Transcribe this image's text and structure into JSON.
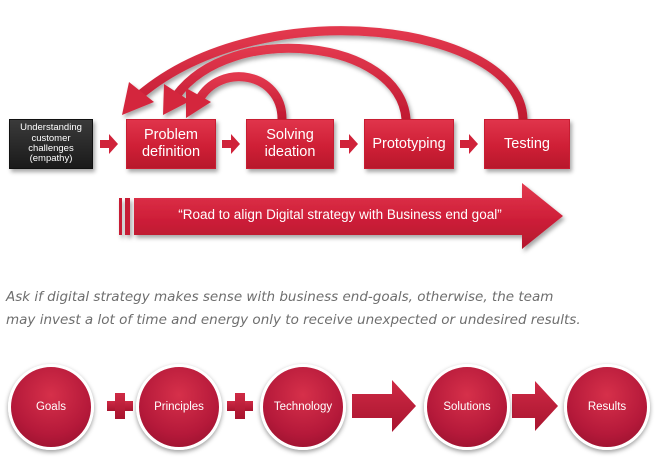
{
  "flow": {
    "start": [
      "Understanding",
      "customer",
      "challenges",
      "(empathy)"
    ],
    "steps": [
      [
        "Problem",
        "definition"
      ],
      [
        "Solving",
        "ideation"
      ],
      [
        "Prototyping"
      ],
      [
        "Testing"
      ]
    ],
    "road_label": "“Road to align Digital strategy with Business end goal”"
  },
  "caption": {
    "line1": "Ask if digital strategy makes sense with business end-goals, otherwise, the team",
    "line2": "may invest a lot of time and energy only to receive unexpected or undesired results."
  },
  "equation": {
    "inputs": [
      "Goals",
      "Principles",
      "Technology"
    ],
    "outputs": [
      "Solutions",
      "Results"
    ]
  },
  "colors": {
    "accent": "#d32a3f",
    "dark_box": "#1f1f1f",
    "circle": "#b5193a",
    "caption_text": "#6e6e6e"
  }
}
